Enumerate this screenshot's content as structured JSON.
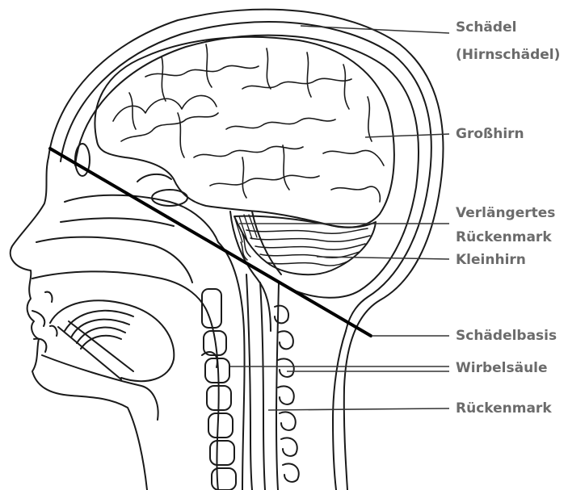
{
  "labels": {
    "skull_line1": "Schädel",
    "skull_line2": "(Hirnschädel)",
    "cerebrum": "Großhirn",
    "medulla_line1": "Verlängertes",
    "medulla_line2": "Rückenmark",
    "cerebellum": "Kleinhirn",
    "skull_base": "Schädelbasis",
    "spine": "Wirbelsäule",
    "spinal_cord": "Rückenmark"
  },
  "colors": {
    "ink": "#1a1a1a",
    "label_text": "#6b6b6b",
    "leader_line": "#333333",
    "background": "#ffffff"
  }
}
